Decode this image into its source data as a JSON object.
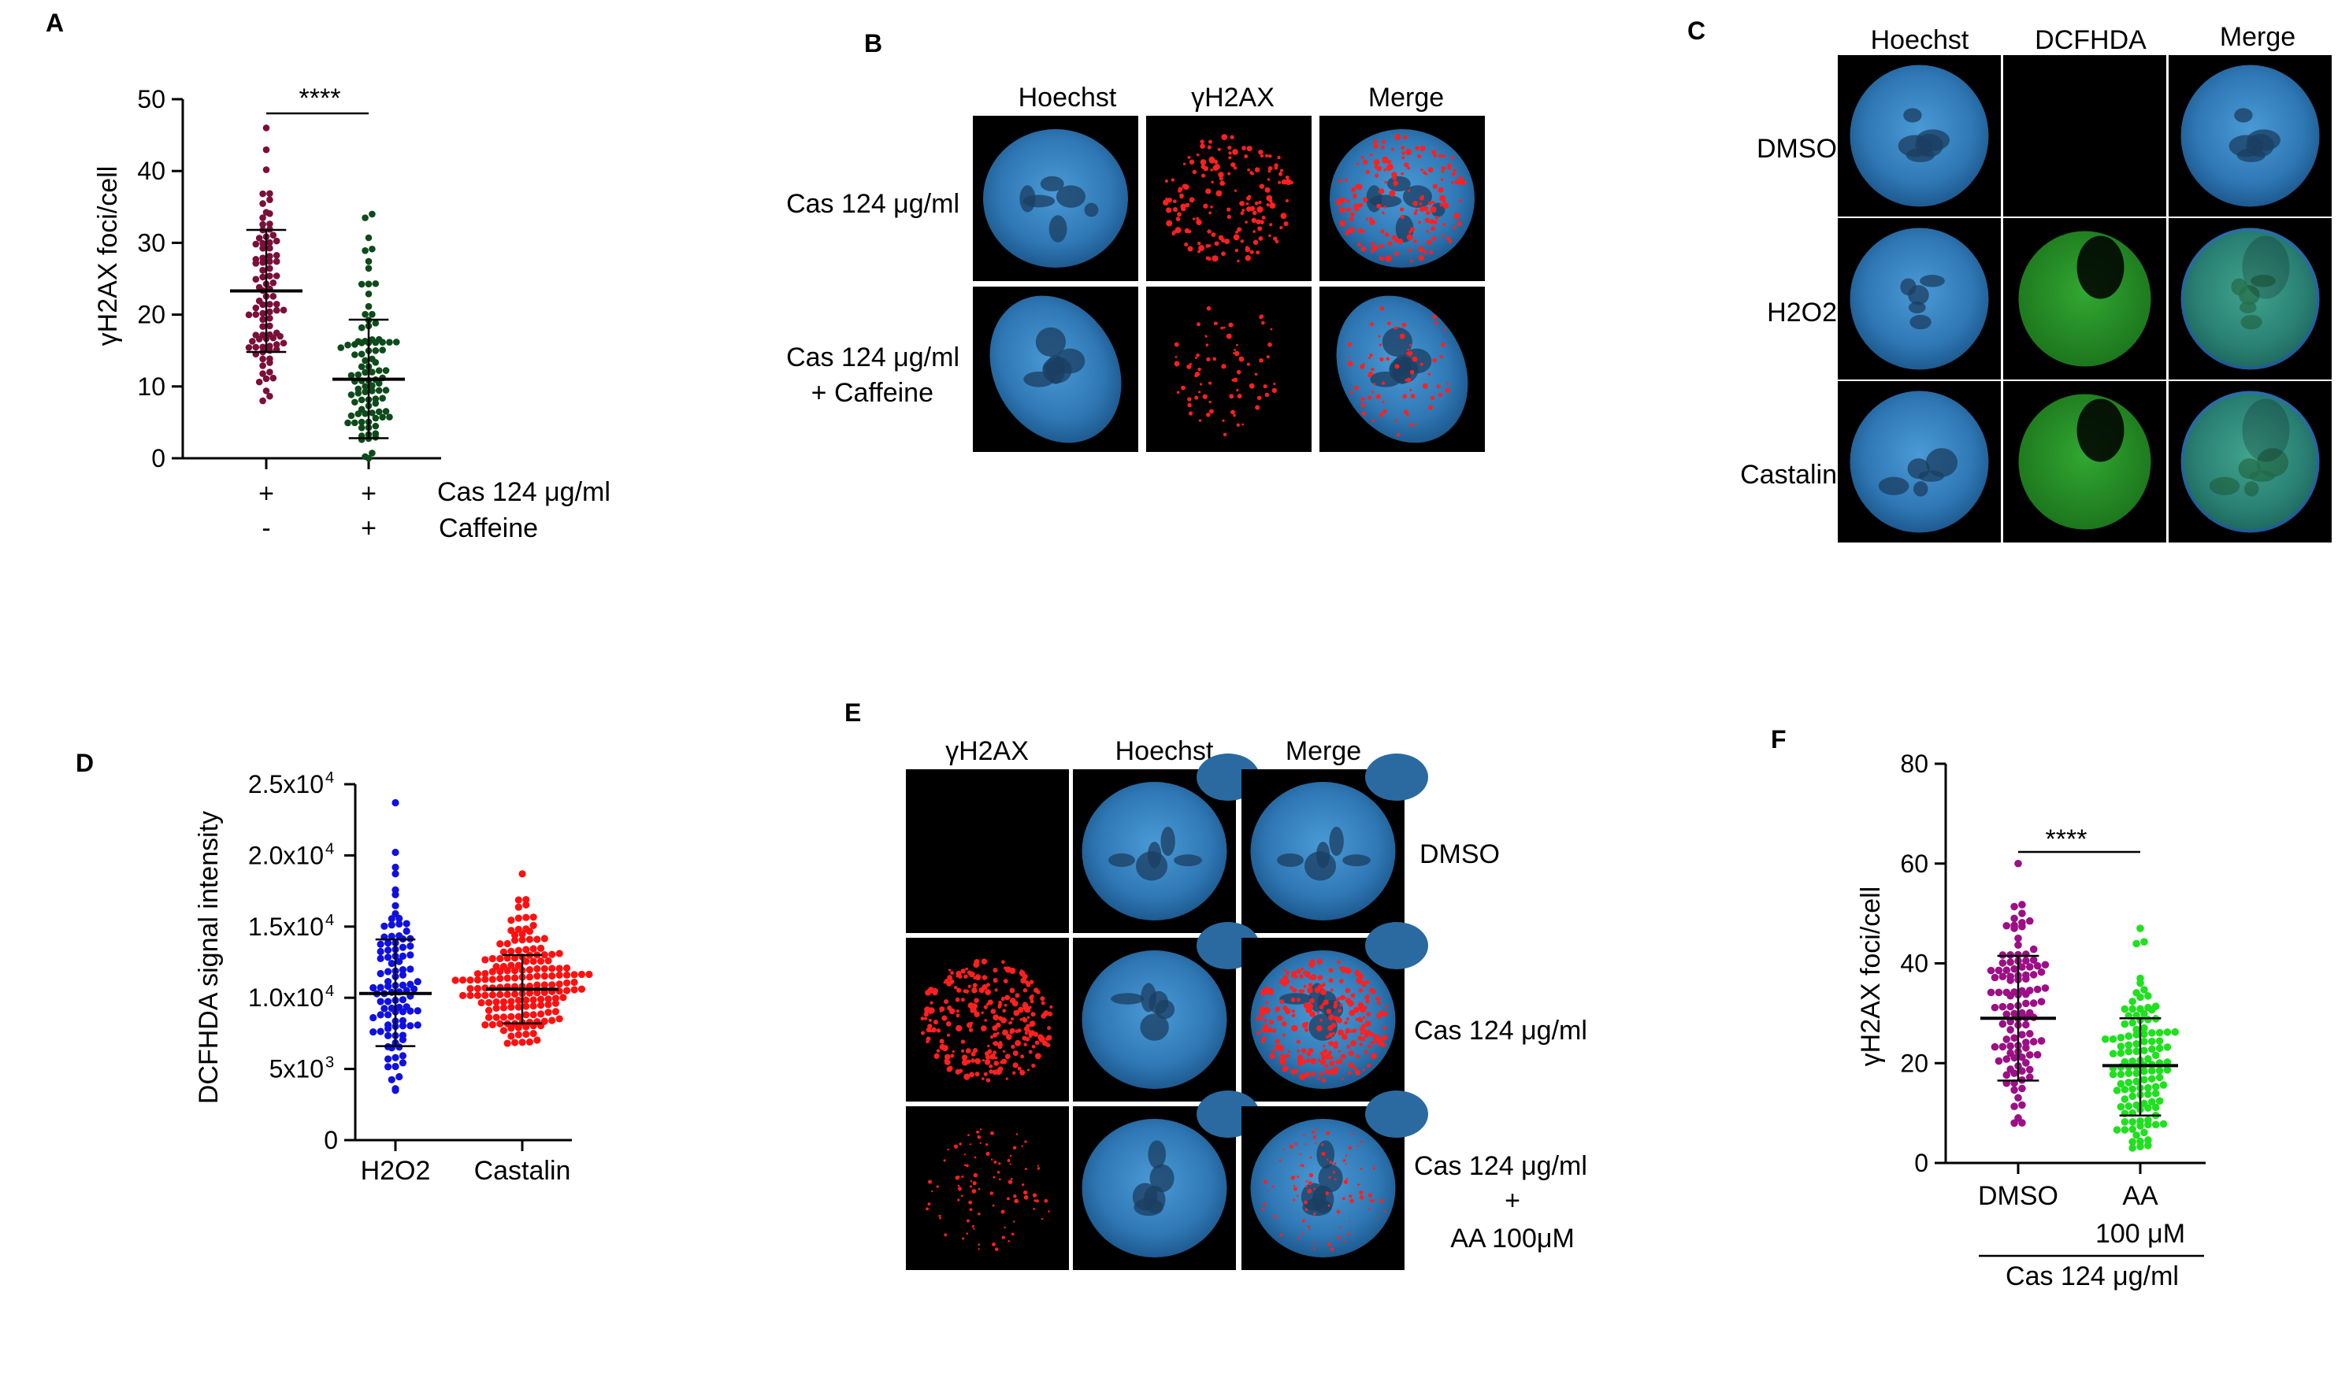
{
  "panels": {
    "A": {
      "label": "A",
      "ylabel": "γH2AX foci/cell",
      "sig": "****",
      "cond_rows": [
        {
          "label": "Cas 124 μg/ml",
          "signs": [
            "+",
            "+"
          ]
        },
        {
          "label": "Caffeine",
          "signs": [
            "-",
            "+"
          ]
        }
      ]
    },
    "B": {
      "label": "B",
      "cols": [
        "Hoechst",
        "γH2AX",
        "Merge"
      ],
      "rows": [
        "Cas 124 μg/ml",
        "Cas 124 μg/ml",
        "+ Caffeine"
      ]
    },
    "C": {
      "label": "C",
      "cols": [
        "Hoechst",
        "DCFHDA",
        "Merge"
      ],
      "rows": [
        "DMSO",
        "H2O2",
        "Castalin"
      ]
    },
    "D": {
      "label": "D",
      "ylabel": "DCFHDA signal intensity"
    },
    "E": {
      "label": "E",
      "cols": [
        "γH2AX",
        "Hoechst",
        "Merge"
      ],
      "rows": [
        "DMSO",
        "Cas 124 μg/ml",
        "Cas 124 μg/ml",
        "+",
        "AA 100μM"
      ]
    },
    "F": {
      "label": "F",
      "ylabel": "γH2AX foci/cell",
      "sig": "****",
      "xsub": "100 μM",
      "xgroup": "Cas 124 μg/ml"
    }
  },
  "colors": {
    "A_g1": "#7a0f3a",
    "A_g2": "#0e4a1a",
    "D_g1": "#1010e0",
    "D_g2": "#ff1010",
    "F_g1": "#9c0f86",
    "F_g2": "#20e020",
    "nucleus": "#3a86c4",
    "foci": "#ff2020",
    "ros": "#2aa02a"
  },
  "chart_data": [
    {
      "panel": "A",
      "type": "scatter",
      "categories": [
        "+/-",
        "+/+"
      ],
      "ylabel": "γH2AX foci/cell",
      "ylim": [
        0,
        50
      ],
      "yticks": [
        0,
        10,
        20,
        30,
        40,
        50
      ],
      "yticklabels": [
        "0",
        "10",
        "20",
        "30",
        "40",
        "50"
      ],
      "series": [
        {
          "mean": 23.3,
          "sd_low": 14.8,
          "sd_high": 31.8,
          "min": 8,
          "max": 46,
          "n": 90,
          "color": "#7a0f3a"
        },
        {
          "mean": 11.0,
          "sd_low": 2.8,
          "sd_high": 19.3,
          "min": 0,
          "max": 34,
          "n": 95,
          "color": "#0e4a1a"
        }
      ]
    },
    {
      "panel": "D",
      "type": "scatter",
      "categories": [
        "H2O2",
        "Castalin"
      ],
      "ylabel": "DCFHDA signal intensity",
      "ylim": [
        0,
        25000
      ],
      "yticks": [
        0,
        5000,
        10000,
        15000,
        20000,
        25000
      ],
      "yticklabels": [
        "0",
        "5x10",
        "1.0x10",
        "1.5x10",
        "2.0x10",
        "2.5x10"
      ],
      "ytick_exponents": [
        "",
        "3",
        "4",
        "4",
        "4",
        "4"
      ],
      "series": [
        {
          "mean": 10300,
          "sd_low": 6600,
          "sd_high": 14100,
          "min": 3500,
          "max": 23700,
          "n": 100,
          "color": "#1010e0"
        },
        {
          "mean": 10600,
          "sd_low": 8200,
          "sd_high": 13000,
          "min": 6800,
          "max": 18700,
          "n": 170,
          "color": "#ff1010"
        }
      ]
    },
    {
      "panel": "F",
      "type": "scatter",
      "categories": [
        "DMSO",
        "AA"
      ],
      "ylabel": "γH2AX foci/cell",
      "ylim": [
        0,
        80
      ],
      "yticks": [
        0,
        20,
        40,
        60,
        80
      ],
      "yticklabels": [
        "0",
        "20",
        "40",
        "60",
        "80"
      ],
      "series": [
        {
          "mean": 29.0,
          "sd_low": 16.5,
          "sd_high": 41.5,
          "min": 8,
          "max": 60,
          "n": 110,
          "color": "#9c0f86"
        },
        {
          "mean": 19.5,
          "sd_low": 9.5,
          "sd_high": 29.0,
          "min": 3,
          "max": 47,
          "n": 120,
          "color": "#20e020"
        }
      ]
    }
  ]
}
